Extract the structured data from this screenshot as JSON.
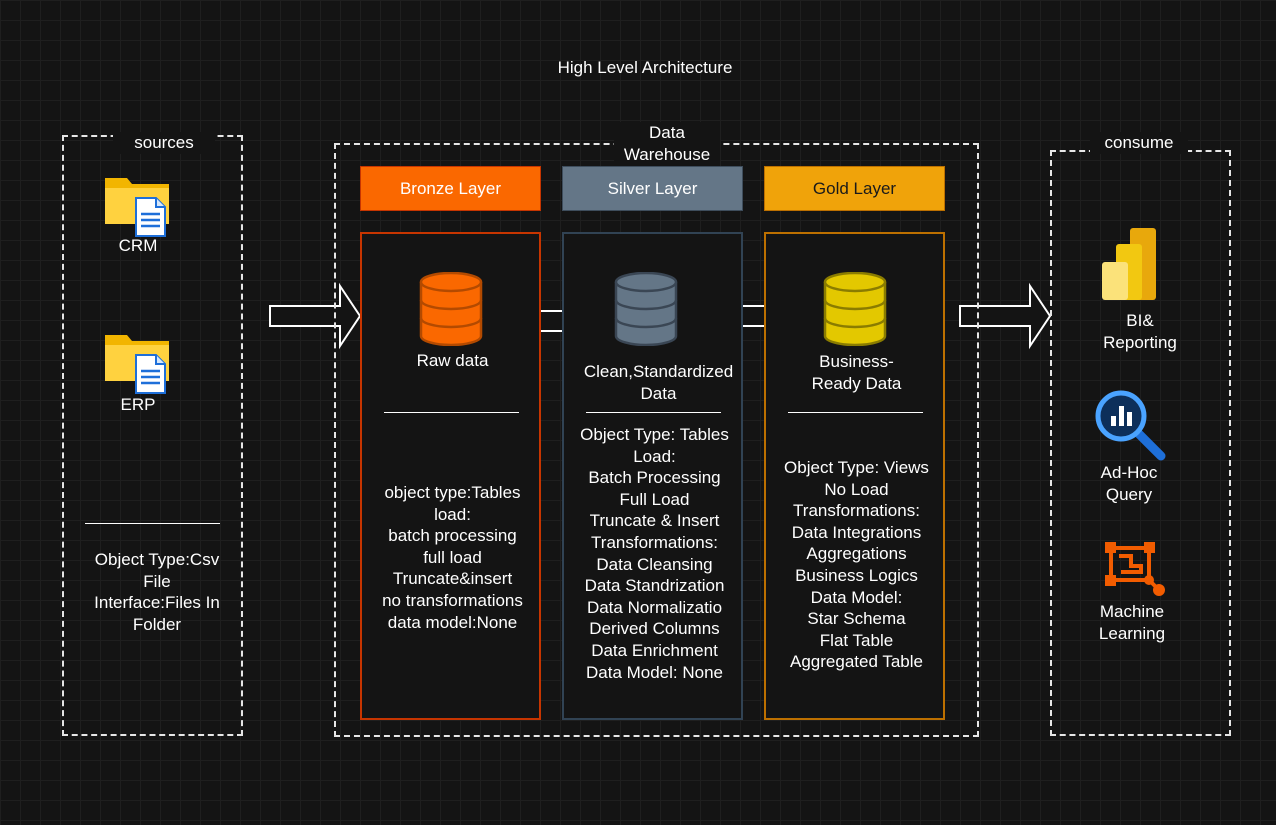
{
  "title": "High Level Architecture",
  "sources": {
    "label": "sources",
    "items": [
      {
        "label": "CRM",
        "icon": "folder-document-icon"
      },
      {
        "label": "ERP",
        "icon": "folder-document-icon"
      }
    ],
    "details": [
      "Object Type:Csv",
      "File",
      "Interface:Files In",
      "Folder"
    ]
  },
  "warehouse": {
    "label_line1": "Data",
    "label_line2": "Warehouse",
    "layers": [
      {
        "header": "Bronze Layer",
        "color": "#fa6800",
        "data_label": [
          "Raw data"
        ],
        "details": [
          "object type:Tables",
          "load:",
          "batch processing",
          "full load",
          "Truncate&insert",
          "no transformations",
          "data model:None"
        ]
      },
      {
        "header": "Silver Layer",
        "color": "#647687",
        "data_label": [
          "Clean,Standardized",
          "Data"
        ],
        "details": [
          "Object Type: Tables",
          "Load:",
          "Batch Processing",
          "Full Load",
          "Truncate & Insert",
          "Transformations:",
          "Data Cleansing",
          "Data Standrization",
          "Data Normalizatio",
          "Derived Columns",
          "Data Enrichment",
          "Data Model: None"
        ]
      },
      {
        "header": "Gold Layer",
        "color": "#f0a30a",
        "data_label": [
          "Business-",
          "Ready Data"
        ],
        "details": [
          "Object Type: Views",
          "No Load",
          "Transformations:",
          "Data Integrations",
          "Aggregations",
          "Business Logics",
          "Data Model:",
          "Star Schema",
          "Flat Table",
          "Aggregated Table"
        ]
      }
    ]
  },
  "consume": {
    "label": "consume",
    "items": [
      {
        "label_line1": "BI&",
        "label_line2": "Reporting",
        "icon": "power-bi-icon"
      },
      {
        "label_line1": "Ad-Hoc",
        "label_line2": "Query",
        "icon": "search-chart-icon"
      },
      {
        "label_line1": "Machine",
        "label_line2": "Learning",
        "icon": "machine-learning-icon"
      }
    ]
  }
}
